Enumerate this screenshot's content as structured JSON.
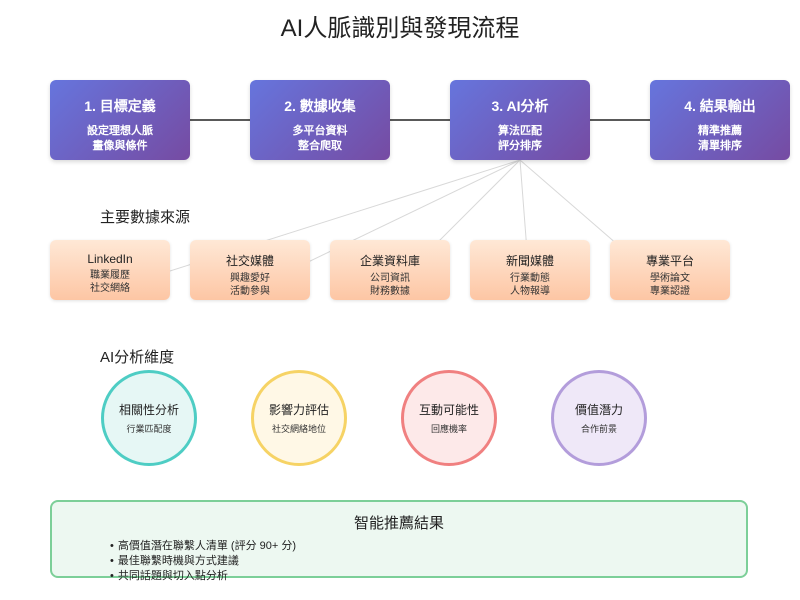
{
  "title": "AI人脈識別與發現流程",
  "steps": [
    {
      "title": "1. 目標定義",
      "lines": [
        "設定理想人脈",
        "畫像與條件"
      ]
    },
    {
      "title": "2. 數據收集",
      "lines": [
        "多平台資料",
        "整合爬取"
      ]
    },
    {
      "title": "3. AI分析",
      "lines": [
        "算法匹配",
        "評分排序"
      ]
    },
    {
      "title": "4. 結果輸出",
      "lines": [
        "精準推薦",
        "清單排序"
      ]
    }
  ],
  "sources_label": "主要數據來源",
  "sources": [
    {
      "title": "LinkedIn",
      "lines": [
        "職業履歷",
        "社交網絡"
      ]
    },
    {
      "title": "社交媒體",
      "lines": [
        "興趣愛好",
        "活動參與"
      ]
    },
    {
      "title": "企業資料庫",
      "lines": [
        "公司資訊",
        "財務數據"
      ]
    },
    {
      "title": "新聞媒體",
      "lines": [
        "行業動態",
        "人物報導"
      ]
    },
    {
      "title": "專業平台",
      "lines": [
        "學術論文",
        "專業認證"
      ]
    }
  ],
  "dimensions_label": "AI分析維度",
  "dimensions": [
    {
      "title": "相關性分析",
      "sub": "行業匹配度",
      "border": "#4ecdc4",
      "fill": "#e6f7f5"
    },
    {
      "title": "影響力評估",
      "sub": "社交網絡地位",
      "border": "#f6d365",
      "fill": "#fff8e6"
    },
    {
      "title": "互動可能性",
      "sub": "回應機率",
      "border": "#f08080",
      "fill": "#fde9e9"
    },
    {
      "title": "價值潛力",
      "sub": "合作前景",
      "border": "#b39ddb",
      "fill": "#efe8f8"
    }
  ],
  "result": {
    "title": "智能推薦結果",
    "items": [
      "高價值潛在聯繫人清單 (評分 90+ 分)",
      "最佳聯繫時機與方式建議",
      "共同話題與切入點分析"
    ]
  }
}
